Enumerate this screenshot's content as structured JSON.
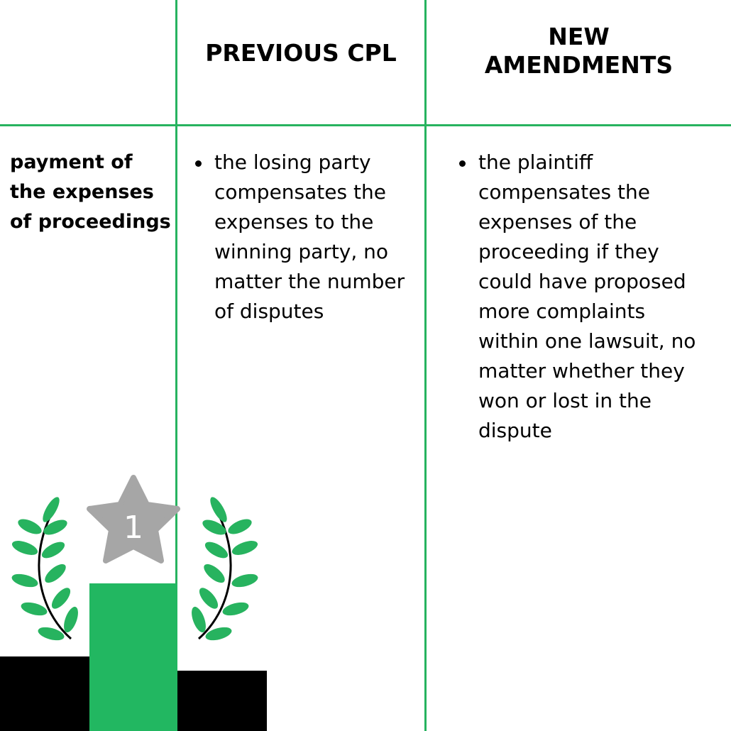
{
  "table": {
    "headers": {
      "row_label_header": "",
      "previous": [
        "PREVIOUS CPL"
      ],
      "new": [
        "NEW",
        "AMENDMENTS"
      ]
    },
    "row": {
      "label_lines": [
        "payment of",
        "the expenses",
        "of proceedings"
      ],
      "previous_lines": [
        "the losing party",
        "compensates the",
        "expenses to the",
        "winning party, no",
        "matter the number",
        "of disputes"
      ],
      "new_lines": [
        "the plaintiff",
        "compensates the",
        "expenses of the",
        "proceeding if they",
        "could have proposed",
        "more complaints",
        "within one lawsuit, no",
        "matter whether they",
        "won or lost in the",
        "dispute"
      ]
    }
  },
  "illustration": {
    "icon": "podium-trophy-icon",
    "star_number": "1",
    "colors": {
      "accent_green": "#27b35f",
      "podium_first": "#22b761",
      "podium_side": "#000000",
      "star": "#a6a6a6",
      "laurel_leaf": "#27b35f",
      "laurel_stem": "#000000"
    }
  },
  "colors": {
    "grid_line": "#27b35f",
    "text": "#000000",
    "background": "#ffffff"
  }
}
